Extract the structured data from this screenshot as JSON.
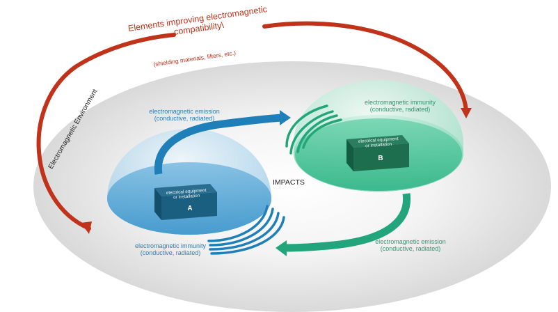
{
  "top_arrow": {
    "title_line1": "Elements improving electromagnetic",
    "title_line2": "compatibility\\",
    "subtitle": "(shielding materials, filters, etc.)"
  },
  "environment_label": "Electromagnetic Environment",
  "center_label": "IMPACTS",
  "device_a": {
    "label_line1": "electrical equipment",
    "label_line2": "or installation",
    "letter": "A",
    "emission_line1": "electromagnetic emission",
    "emission_line2": "(conductive, radiated)",
    "immunity_line1": "electromagnetic immunity",
    "immunity_line2": "(conductive, radiated)"
  },
  "device_b": {
    "label_line1": "electrical equipment",
    "label_line2": "or installation",
    "letter": "B",
    "immunity_line1": "electromagnetic immunity",
    "immunity_line2": "(conductive, radiated)",
    "emission_line1": "electromagnetic emission",
    "emission_line2": "(conductive, radiated)"
  },
  "colors": {
    "red": "#c0321a",
    "blue": "#1f7fb8",
    "green": "#22a57a",
    "environment": "#e6e6e6"
  }
}
